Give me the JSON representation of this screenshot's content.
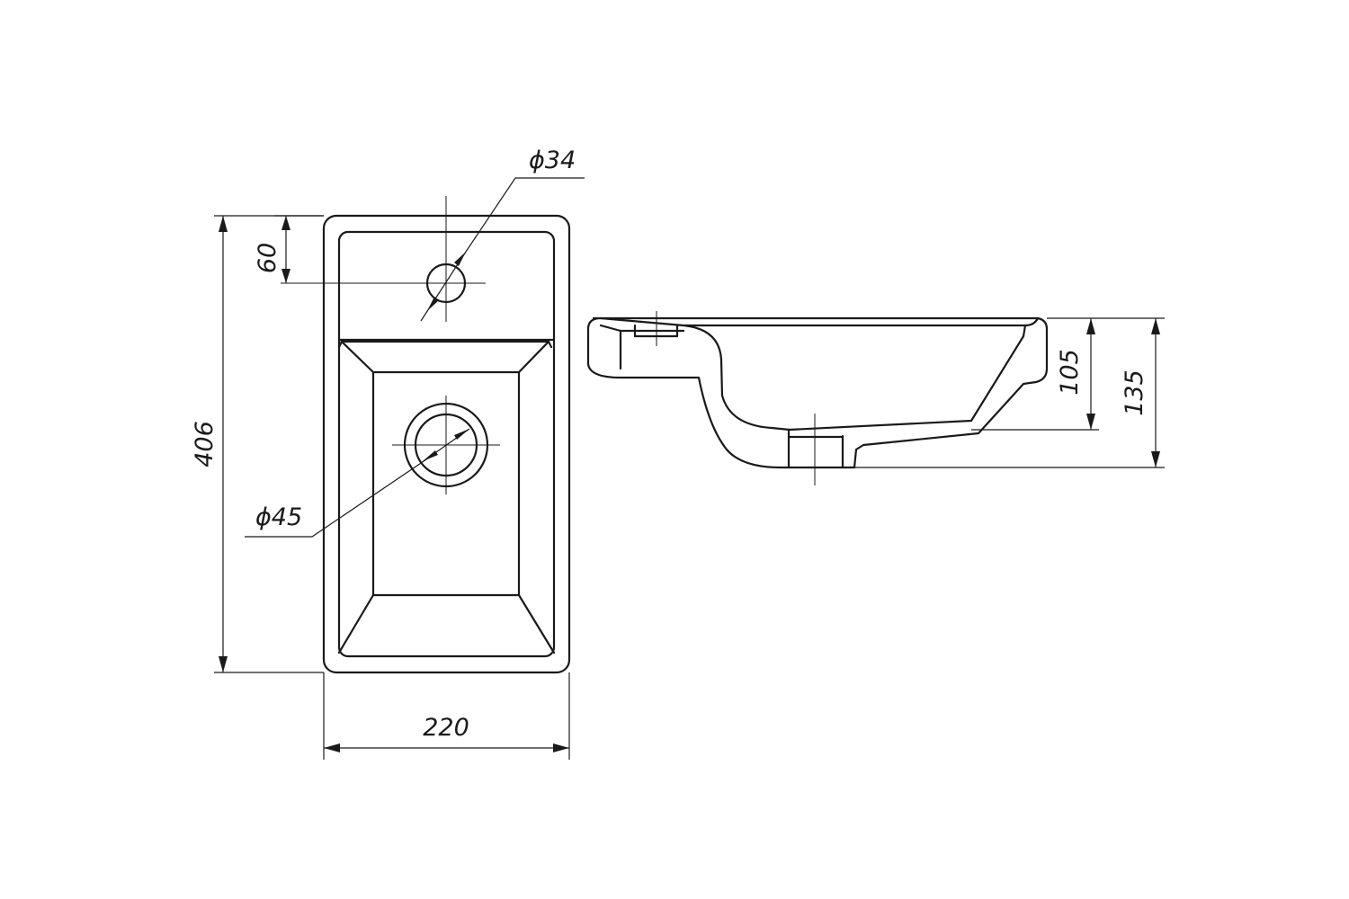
{
  "colors": {
    "line": "#1a1a1a",
    "background": "#ffffff"
  },
  "dimensions": {
    "top_view": {
      "hole_diameter": "ϕ34",
      "drain_diameter": "ϕ45",
      "hole_offset": "60",
      "length": "406",
      "width": "220"
    },
    "side_view": {
      "bowl_depth": "105",
      "total_height": "135"
    }
  }
}
